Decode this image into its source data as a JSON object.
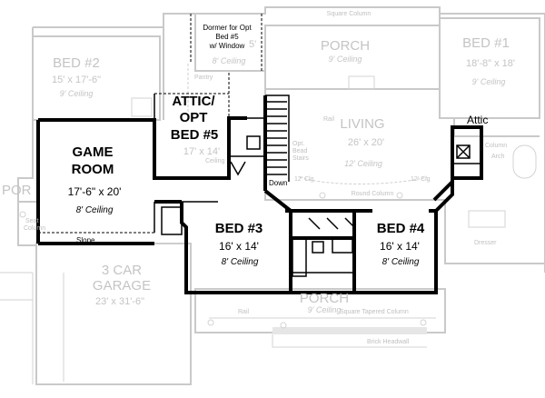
{
  "rooms": {
    "game_room": {
      "name_1": "GAME",
      "name_2": "ROOM",
      "dims": "17'-6\" x 20'",
      "ceiling": "8' Ceiling"
    },
    "attic_bed5": {
      "name_1": "ATTIC/",
      "name_2": "OPT",
      "name_3": "BED #5",
      "dims": "17' x 14'"
    },
    "bed3": {
      "name": "BED #3",
      "dims": "16' x 14'",
      "ceiling": "8' Ceiling"
    },
    "bed4": {
      "name": "BED #4",
      "dims": "16' x 14'",
      "ceiling": "8' Ceiling"
    },
    "bed2": {
      "name": "BED #2",
      "dims": "15' x 17'-6\"",
      "ceiling": "9' Ceiling"
    },
    "bed1": {
      "name": "BED #1",
      "dims": "18'-8\" x 18'",
      "ceiling": "9' Ceiling"
    },
    "living": {
      "name": "LIVING",
      "dims": "26' x 20'",
      "ceiling": "12' Ceiling"
    },
    "porch_top": {
      "name": "PORCH",
      "ceiling": "9' Ceiling"
    },
    "porch_bottom": {
      "name": "PORCH",
      "ceiling": "9' Ceiling"
    },
    "garage": {
      "name_1": "3 CAR",
      "name_2": "GARAGE",
      "dims": "23' x 31'-6\""
    },
    "porch_left": {
      "name": "POR"
    }
  },
  "notes": {
    "dormer_1": "Dormer for Opt",
    "dormer_2": "Bed #5",
    "dormer_3": "w/ Window",
    "dormer_dim": "5'",
    "dormer_ceiling": "8' Ceiling",
    "pantry": "Pantry",
    "square_column_top": "Square Column",
    "attic_right": "Attic",
    "down": "Down",
    "slope": "Slope",
    "round_column": "Round Column",
    "clg_1": "12' Clg",
    "clg_2": "12' Clg",
    "rail_top": "Rail",
    "opt_bead": "Opt.",
    "opt_bead_2": "Bead",
    "opt_bead_3": "Stairs",
    "ceiling_small": "Ceiling",
    "column": "Column",
    "arch": "Arch",
    "dresser": "Dresser",
    "rail_bottom": "Rail",
    "square_tapered_column": "Square Tapered Column",
    "brick_headwall": "Brick Headwall",
    "seat": "Seat",
    "column_left": "Column"
  },
  "colors": {
    "wall": "#000000",
    "ghost": "#c9c9c9"
  }
}
